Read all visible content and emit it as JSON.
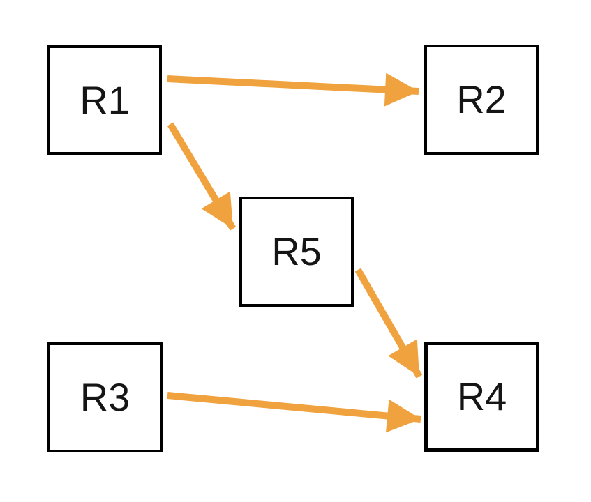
{
  "diagram": {
    "type": "flow-diagram",
    "nodes": {
      "r1": {
        "label": "R1"
      },
      "r2": {
        "label": "R2"
      },
      "r3": {
        "label": "R3"
      },
      "r4": {
        "label": "R4"
      },
      "r5": {
        "label": "R5"
      }
    },
    "edges": [
      {
        "from": "R1",
        "to": "R2"
      },
      {
        "from": "R1",
        "to": "R5"
      },
      {
        "from": "R5",
        "to": "R4"
      },
      {
        "from": "R3",
        "to": "R4"
      }
    ],
    "colors": {
      "arrow": "#F0A23E",
      "node_border": "#000000",
      "node_fill": "#FFFFFF",
      "background": "#FFFFFF",
      "text": "#151515"
    }
  }
}
